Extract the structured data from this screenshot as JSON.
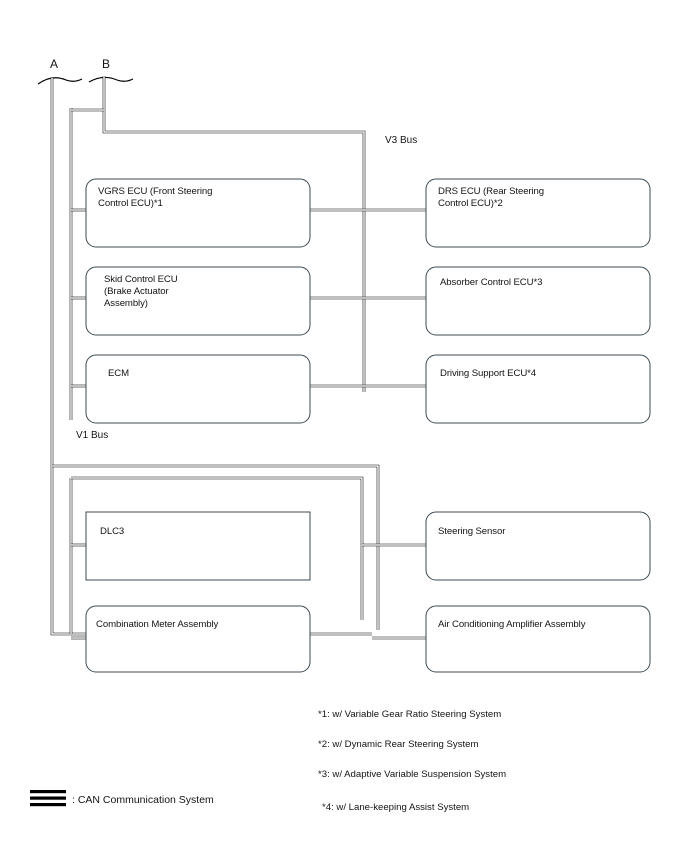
{
  "diagram": {
    "title_nodes": [
      {
        "id": "A",
        "label": "A"
      },
      {
        "id": "B",
        "label": "B"
      }
    ],
    "bus_labels": [
      {
        "id": "v3",
        "label": "V3 Bus"
      },
      {
        "id": "v1",
        "label": "V1 Bus"
      }
    ],
    "boxes": {
      "left_upper": [
        {
          "id": "vgrs-ecu",
          "lines": [
            "VGRS ECU (Front Steering",
            "Control ECU)*1"
          ]
        },
        {
          "id": "skid-control-ecu",
          "lines": [
            "Skid Control ECU",
            "(Brake Actuator",
            "Assembly)"
          ]
        },
        {
          "id": "ecm",
          "lines": [
            "ECM"
          ]
        }
      ],
      "right_upper": [
        {
          "id": "drs-ecu",
          "lines": [
            "DRS ECU (Rear Steering",
            "Control ECU)*2"
          ]
        },
        {
          "id": "absorber-control-ecu",
          "lines": [
            "Absorber Control ECU*3"
          ]
        },
        {
          "id": "driving-support-ecu",
          "lines": [
            "Driving Support ECU*4"
          ]
        }
      ],
      "left_lower": [
        {
          "id": "dlc3",
          "lines": [
            "DLC3"
          ]
        },
        {
          "id": "combination-meter-assembly",
          "lines": [
            "Combination Meter Assembly"
          ]
        }
      ],
      "right_lower": [
        {
          "id": "steering-sensor",
          "lines": [
            "Steering Sensor"
          ]
        },
        {
          "id": "air-conditioning-amplifier-assembly",
          "lines": [
            "Air Conditioning Amplifier Assembly"
          ]
        }
      ]
    },
    "footnotes": [
      "*1: w/ Variable Gear Ratio Steering System",
      "*2: w/ Dynamic Rear Steering System",
      "*3: w/ Adaptive Variable Suspension System",
      "*4: w/ Lane-keeping Assist System"
    ],
    "legend": {
      "symbol": "triple-bar-icon",
      "text": ": CAN Communication System"
    },
    "colors": {
      "line": "#000000",
      "box_stroke": "#3c4a52",
      "text": "#141414",
      "background": "#ffffff"
    }
  }
}
